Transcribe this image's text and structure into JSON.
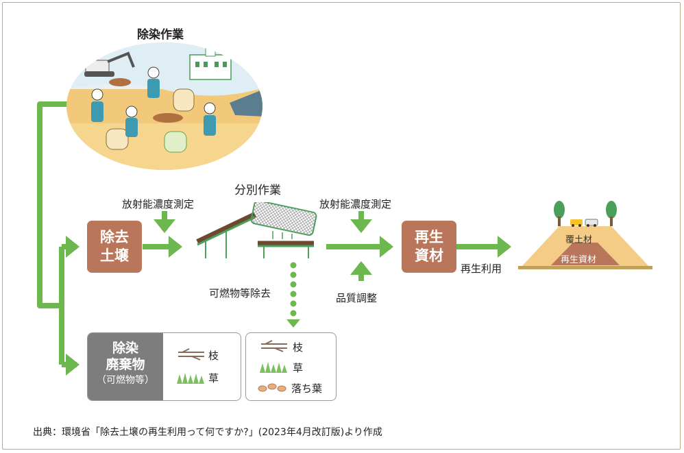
{
  "decon_title": "除染作業",
  "sorting_title": "分別作業",
  "measure_left": "放射能濃度測定",
  "measure_right": "放射能濃度測定",
  "removed_soil": [
    "除去",
    "土壌"
  ],
  "recycled": [
    "再生",
    "資材"
  ],
  "combustibles_removal": "可燃物等除去",
  "quality_adjust": "品質調整",
  "reuse": "再生利用",
  "embankment": {
    "top": "覆土材",
    "inner": "再生資材"
  },
  "waste_box": {
    "lines": [
      "除染",
      "廃棄物"
    ],
    "sub": "（可燃物等）",
    "items": [
      "枝",
      "草"
    ]
  },
  "sorted_box": {
    "items": [
      "枝",
      "草",
      "落ち葉"
    ]
  },
  "source": "出典：環境省「除去土壌の再生利用って何ですか?」(2023年4月改訂版)より作成",
  "colors": {
    "arrow_green": "#6cb84f",
    "soil_brown": "#b9765a",
    "waste_gray": "#7d7d7d",
    "frame": "#b9aa86"
  }
}
